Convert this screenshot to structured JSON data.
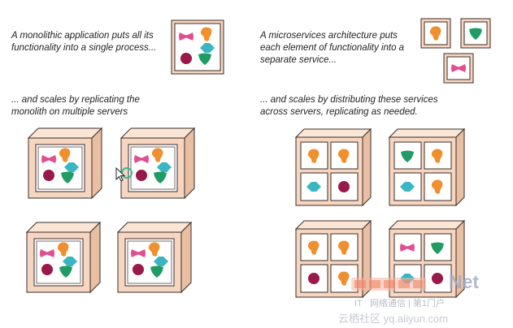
{
  "captions": {
    "mono_top": [
      "A monolithic application puts all its",
      "functionality into a single process..."
    ],
    "mono_bottom": [
      "... and scales by replicating the",
      "monolith on multiple servers"
    ],
    "micro_top": [
      "A microservices architecture puts",
      "each element of functionality into a",
      "separate service..."
    ],
    "micro_bottom": [
      "... and scales by distributing these services",
      "across servers, replicating as needed."
    ]
  },
  "watermark": {
    "brand": "Net",
    "line1": "IT   网络通信 | 第1门户",
    "line2": "云栖社区 yq.aliyun.com"
  },
  "colors": {
    "pink": "#e04f92",
    "orange": "#ef8f2e",
    "teal": "#3ab5c2",
    "green": "#1f9b63",
    "maroon": "#98194a",
    "frame": "#f6d6c0",
    "frame_side": "#e8bfa2",
    "outline": "#3a2c28"
  },
  "icons": [
    "pink-bowtie-icon",
    "orange-blob-icon",
    "teal-diamond-icon",
    "green-shield-icon",
    "maroon-circle-icon",
    "mouse-cursor-icon"
  ]
}
